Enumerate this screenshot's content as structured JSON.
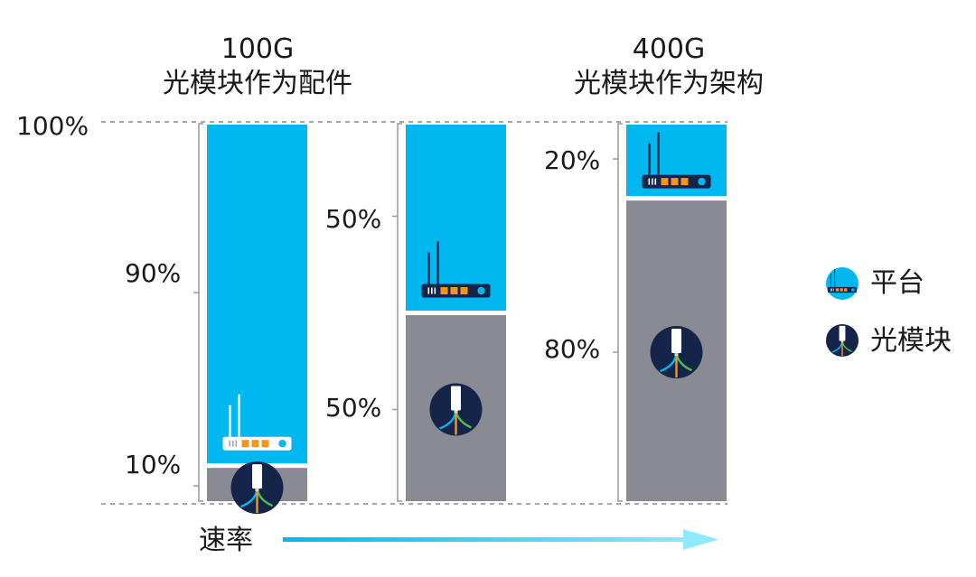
{
  "titles": {
    "left_line1": "100G",
    "left_line2": "光模块作为配件",
    "right_line1": "400G",
    "right_line2": "光模块作为架构"
  },
  "top_label": "100%",
  "legend": {
    "platform": "平台",
    "module": "光模块"
  },
  "speed_label": "速率",
  "colors": {
    "platform": "#00b8ef",
    "module": "#8a8a93",
    "icon_dark": "#15254a",
    "orange": "#f7941d",
    "arrow": "#00b8ef"
  },
  "chart_data": {
    "type": "bar",
    "stacked": true,
    "categories": [
      "100G",
      "",
      "400G"
    ],
    "series": [
      {
        "name": "光模块",
        "values": [
          10,
          50,
          80
        ],
        "labels": [
          "10%",
          "50%",
          "80%"
        ]
      },
      {
        "name": "平台",
        "values": [
          90,
          50,
          20
        ],
        "labels": [
          "90%",
          "50%",
          "20%"
        ]
      }
    ],
    "ylim": [
      0,
      100
    ],
    "legend_position": "right"
  }
}
